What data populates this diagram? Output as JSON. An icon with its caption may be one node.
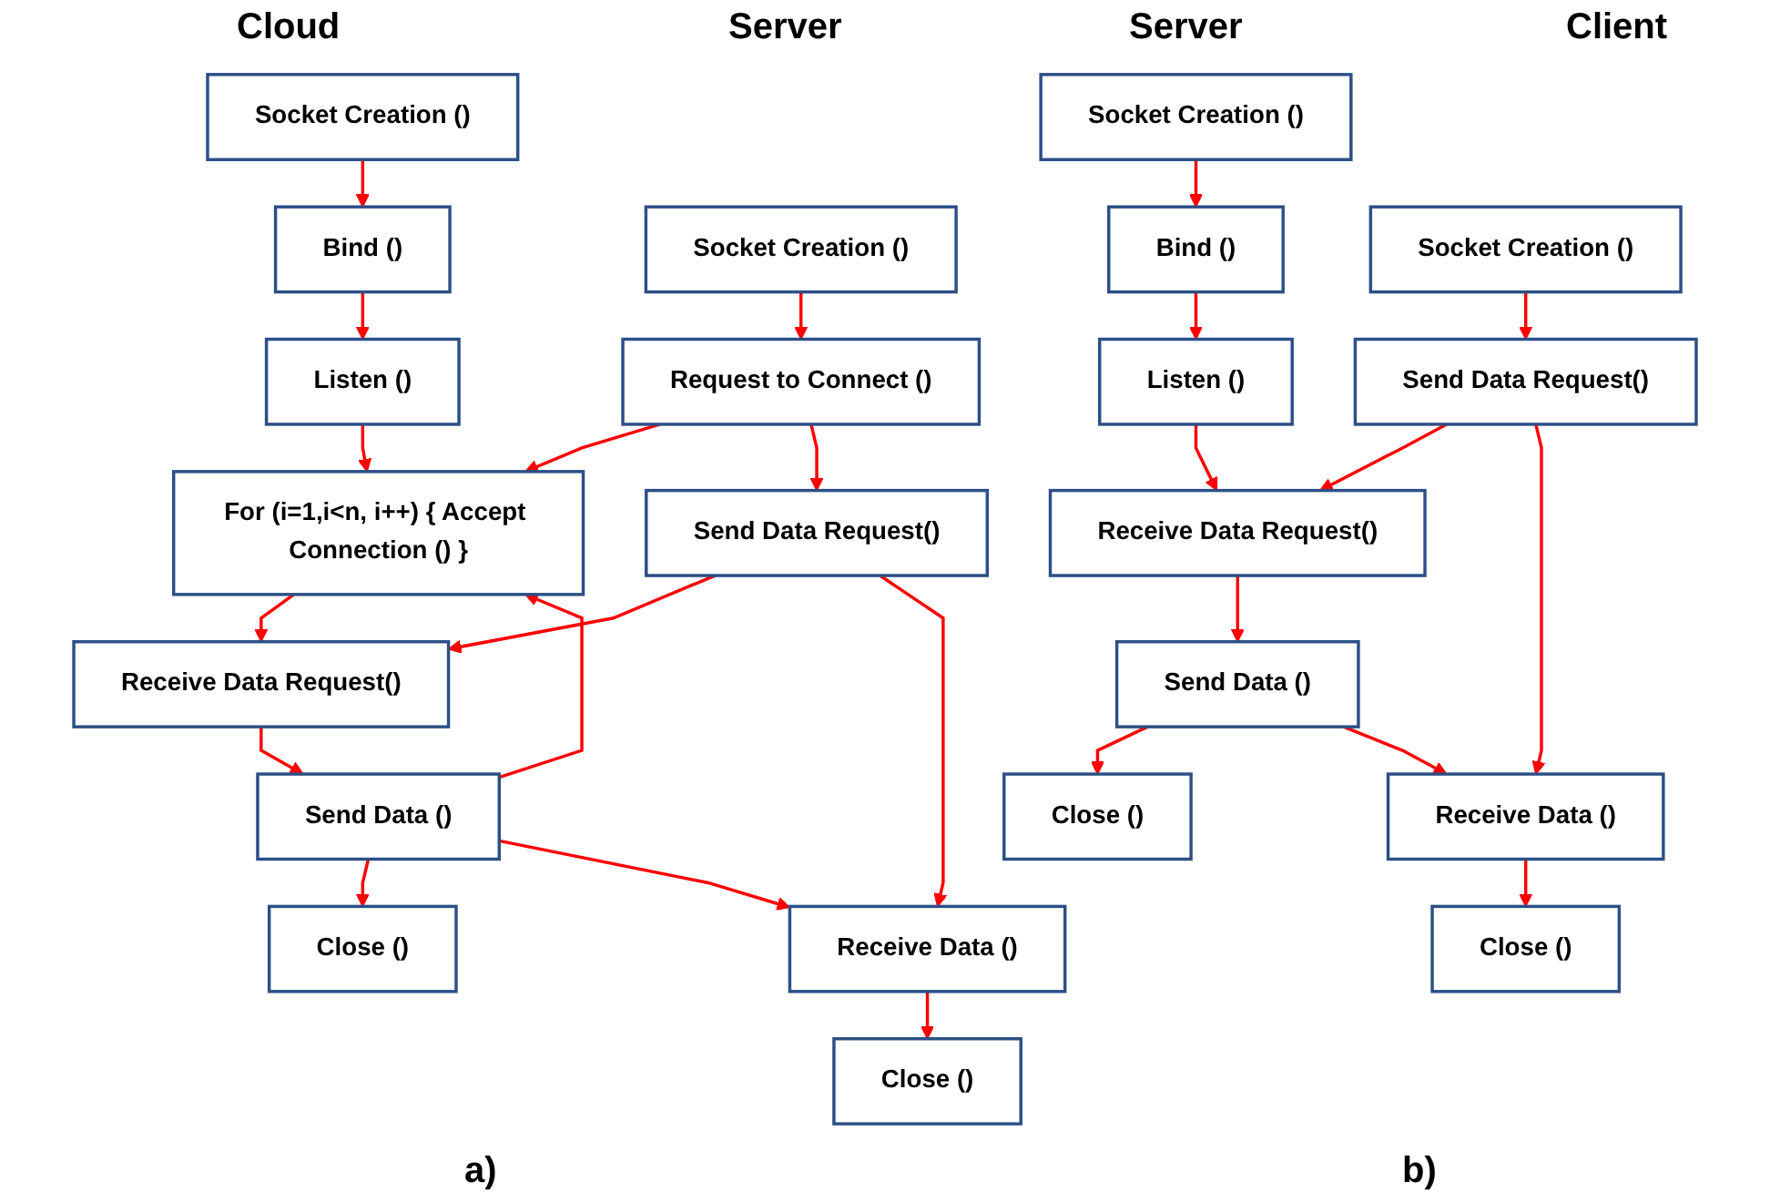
{
  "diagram": {
    "nodes": [
      {
        "text": [
          "Socket Creation ()"
        ]
      },
      {
        "text": [
          "Bind ()"
        ]
      },
      {
        "text": [
          "Listen ()"
        ]
      },
      {
        "text": [
          "For (i=1,i<n, i++) { Accept Connection () }"
        ]
      },
      {
        "text": [
          "Receive Data Request()"
        ]
      },
      {
        "text": [
          "Send Data ()"
        ]
      },
      {
        "text": [
          "Close ()"
        ]
      },
      {
        "text": [
          "Socket Creation ()"
        ]
      },
      {
        "text": [
          "Request to Connect ()"
        ]
      },
      {
        "text": [
          "Send Data Request()"
        ]
      },
      {
        "text": [
          "Receive Data ()"
        ]
      },
      {
        "text": [
          "Close ()"
        ]
      },
      {
        "text": [
          "Socket Creation ()"
        ]
      },
      {
        "text": [
          "Bind ()"
        ]
      },
      {
        "text": [
          "Listen ()"
        ]
      },
      {
        "text": [
          "Receive Data Request()"
        ]
      },
      {
        "text": [
          "Send Data ()"
        ]
      },
      {
        "text": [
          "Close ()"
        ]
      },
      {
        "text": [
          "Socket Creation ()"
        ]
      },
      {
        "text": [
          "Send Data Request()"
        ]
      },
      {
        "text": [
          "Receive Data ()"
        ]
      },
      {
        "text": [
          "Close ()"
        ]
      }
    ],
    "edges": [
      {
        "from": 0,
        "to": 1,
        "arrow": "to"
      },
      {
        "from": 1,
        "to": 2,
        "arrow": "to"
      },
      {
        "from": 2,
        "to": 3,
        "arrow": "to"
      },
      {
        "from": 3,
        "to": 4,
        "arrow": "to"
      },
      {
        "from": 4,
        "to": 5,
        "arrow": "to"
      },
      {
        "from": 5,
        "to": 6,
        "arrow": "to"
      },
      {
        "from": 7,
        "to": 8,
        "arrow": "to"
      },
      {
        "from": 8,
        "to": 3,
        "arrow": "to"
      },
      {
        "from": 8,
        "to": 9,
        "arrow": "to"
      },
      {
        "from": 9,
        "to": 4,
        "arrow": "to"
      },
      {
        "from": 9,
        "to": 10,
        "arrow": "to"
      },
      {
        "from": 5,
        "to": 10,
        "arrow": "to"
      },
      {
        "from": 10,
        "to": 11,
        "arrow": "to"
      },
      {
        "from": 5,
        "to": 3,
        "arrow": "to"
      },
      {
        "from": 12,
        "to": 13,
        "arrow": "to"
      },
      {
        "from": 13,
        "to": 14,
        "arrow": "to"
      },
      {
        "from": 14,
        "to": 15,
        "arrow": "to"
      },
      {
        "from": 15,
        "to": 16,
        "arrow": "to"
      },
      {
        "from": 16,
        "to": 17,
        "arrow": "to"
      },
      {
        "from": 18,
        "to": 19,
        "arrow": "to"
      },
      {
        "from": 19,
        "to": 15,
        "arrow": "to"
      },
      {
        "from": 19,
        "to": 20,
        "arrow": "to"
      },
      {
        "from": 16,
        "to": 20,
        "arrow": "to"
      },
      {
        "from": 20,
        "to": 21,
        "arrow": "to"
      }
    ],
    "labels": [
      "Cloud",
      "Server",
      "Server",
      "Client",
      "a)",
      "b)"
    ]
  }
}
